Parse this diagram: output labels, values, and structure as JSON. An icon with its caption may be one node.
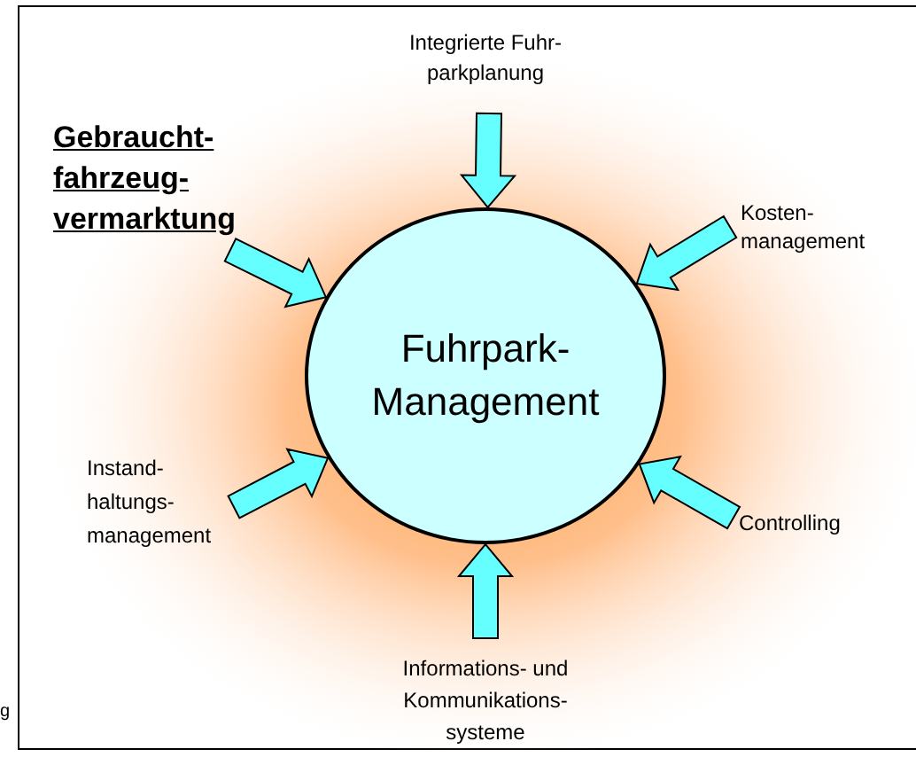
{
  "diagram": {
    "nodes": [
      {
        "text": [
          "Fuhrpark- Management"
        ]
      },
      {
        "text": [
          "Integrierte Fuhr- parkplanung"
        ]
      },
      {
        "text": [
          "Gebraucht- fahrzeug- vermarktung"
        ]
      },
      {
        "text": [
          "Kosten- management"
        ]
      },
      {
        "text": [
          "Instand- haltungs- management"
        ]
      },
      {
        "text": [
          "Controlling"
        ]
      },
      {
        "text": [
          "Informations- und Kommunikations- systeme"
        ]
      }
    ],
    "edges": [
      {
        "from": 1,
        "to": 0,
        "arrow": "to"
      },
      {
        "from": 2,
        "to": 0,
        "arrow": "to"
      },
      {
        "from": 3,
        "to": 0,
        "arrow": "to"
      },
      {
        "from": 4,
        "to": 0,
        "arrow": "to"
      },
      {
        "from": 5,
        "to": 0,
        "arrow": "to"
      },
      {
        "from": 6,
        "to": 0,
        "arrow": "to"
      }
    ],
    "labels": [
      "g"
    ]
  }
}
